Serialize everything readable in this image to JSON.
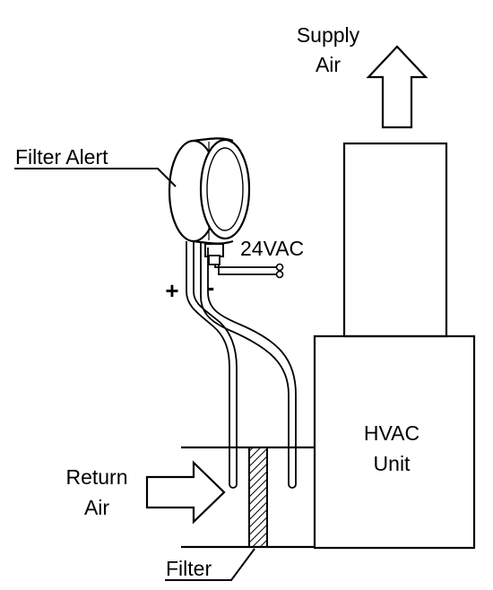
{
  "labels": {
    "supply_air_line1": "Supply",
    "supply_air_line2": "Air",
    "filter_alert": "Filter Alert",
    "voltage": "24VAC",
    "plus": "+",
    "minus": "-",
    "hvac_line1": "HVAC",
    "hvac_line2": "Unit",
    "return_air_line1": "Return",
    "return_air_line2": "Air",
    "filter": "Filter"
  },
  "colors": {
    "stroke": "#000000",
    "background": "#ffffff"
  }
}
